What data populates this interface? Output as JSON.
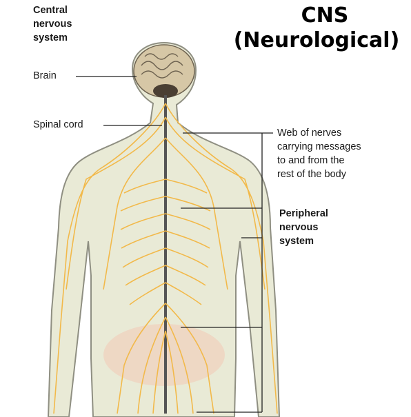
{
  "heading": {
    "line1": "CNS",
    "line2": "(Neurological)"
  },
  "labels": {
    "cns_line1": "Central",
    "cns_line2": "nervous",
    "cns_line3": "system",
    "brain": "Brain",
    "spinal_cord": "Spinal cord",
    "web_line1": "Web of nerves",
    "web_line2": "carrying messages",
    "web_line3": "to and from the",
    "web_line4": "rest of the body",
    "pns_line1": "Peripheral",
    "pns_line2": "nervous",
    "pns_line3": "system"
  },
  "colors": {
    "skin": "#e9ead6",
    "skin_outline": "#8f8f82",
    "nerve": "#f2b94a",
    "spine": "#555555",
    "pelvis": "#f3c9b6",
    "brain": "#d6c7a6"
  }
}
